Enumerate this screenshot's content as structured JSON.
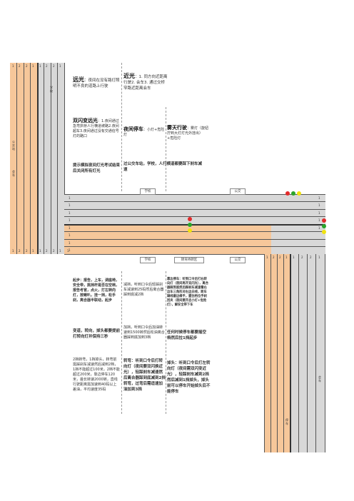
{
  "colors": {
    "road_grey": "#d8d8d8",
    "road_orange": "#f6c79a",
    "lane_line": "#555555",
    "light_red": "#e32b2b",
    "light_green": "#2aa52a",
    "light_yellow": "#f1e30e"
  },
  "left_road": {
    "top_numbers": [
      "1",
      "2",
      "2",
      "1",
      "1",
      "2",
      "2",
      "1"
    ],
    "side_labels": [
      "学校",
      "公交站",
      "会车"
    ]
  },
  "top_row": {
    "cell1": {
      "title": "远光",
      "text": "：夜间在没有路灯照明不良的道路上行驶"
    },
    "cell2": {
      "title": "近光",
      "text": "：1. 同方向近距离行驶2. 会车3. 通过交桥窄路近距离会车"
    }
  },
  "mid_row": {
    "cell1": {
      "title": "双闪变远光",
      "text": "：1.夜间通过急弯拱桥人行横道坡路2.夜间超车3.夜间通过没有交通信号灯的路口"
    },
    "cell2": {
      "title": "夜间停车",
      "text": "：小灯+危险灯"
    },
    "cell3": {
      "title": "雾天行驶",
      "text": "：雾灯（旋钮拧到大灯灯光外挂出）+危险灯"
    }
  },
  "bottom_row": {
    "cell1": "提示模拟夜间灯光考试结束后关闭所有灯光",
    "cell2": "过公交车站，学校，人行横道都要踩下刹车减速"
  },
  "horizontal_road": {
    "labels_top": [
      "学校",
      "公交"
    ],
    "labels_bottom": [
      "学校",
      "转弯待转区",
      "公交"
    ],
    "lane_numbers_left": [
      "1",
      "1",
      "1",
      "1",
      "1",
      "1",
      "1",
      "1"
    ],
    "lane_numbers_right": [
      "1",
      "1",
      "1",
      "1",
      "1"
    ],
    "bottom_numbers": [
      "1",
      "2",
      "2",
      "1",
      "1",
      "2",
      "2",
      "1",
      "1"
    ]
  },
  "lower_grid": {
    "r1c1": "起步：报告，上车，调座椅，安全带，挑挡杆是否在空档，报告考官，点火，打左转向灯，按喇叭，挂一挡，松手刹，离合器半联动，起步",
    "r1c2": "减挡，听到口令后轻踩刹车减速到25码然后离合器踩到底减2挡",
    "r1c3": "靠边停车：听到口令后打右转向灯（夜间再开双闪光），离合器踩到底然后踩刹车减速看右边车三角形对右边白线，距车辆线最边缘平，握住档位手刹回夹（夜间要开启小灯+危险灯），解安全带下车",
    "r2c1": "变道，转向，掉头都要提前打转向灯并保持三秒",
    "r2c2": "加挡，听到口令后加油转速到1500转然后松油离合器踩到底加到3档",
    "r2c3": "任何时候停车都要摇空档然后拉1挡起步",
    "r3c1": "2挡转弯，1挡掉头，转弯前需踩刹车减速然后减到2档，1挡不能超过100米，2档不能超过200米，靠边停车120米，最长转速2000转，直线行驶距离需加速到40码以上差油，平均速度35码",
    "r3c2": "转弯：听到口令后打转向灯（夜间要双闪换近光），轻踩刹车减速然后离合器踩到底减到2挡转弯，过弯后需适速加油加到3挡",
    "r3c3": "掉头：听到口令后打左转向灯（夜间需双闪变近光），轻踩刹车减到2挡然后减到1挡掉头，掉头前可以停车开始掉头后不能停车"
  },
  "right_road": {
    "top_numbers": [
      "1",
      "2",
      "2",
      "1",
      "1",
      "2",
      "2",
      "1"
    ],
    "side_labels": [
      "会车",
      "停车"
    ]
  }
}
